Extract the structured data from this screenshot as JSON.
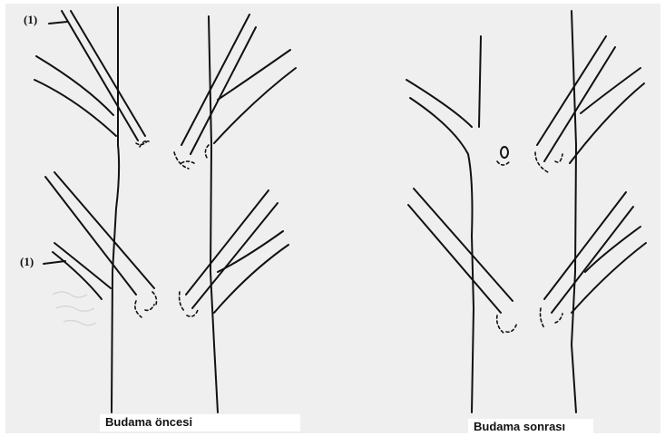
{
  "captions": {
    "before": "Budama öncesi",
    "after": "Budama sonrası"
  },
  "callouts": {
    "top": "(1)",
    "bottom": "(1)"
  },
  "colors": {
    "paper": "#efefef",
    "ink": "#111111"
  }
}
